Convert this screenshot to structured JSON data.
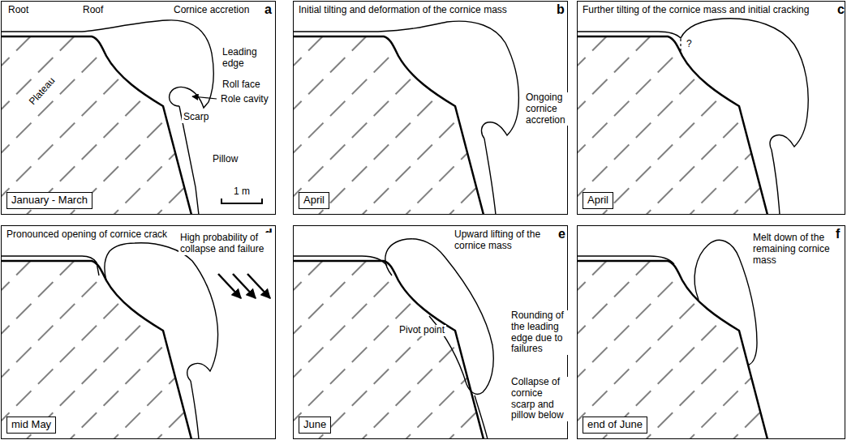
{
  "diagram": {
    "nodes": [
      {
        "text": [
          "Root",
          "Roof",
          "Cornice accretion",
          "a",
          "Leading edge",
          "Roll face",
          "Scarp",
          "Role cavity",
          "Plateau",
          "Pillow",
          "1 m"
        ]
      },
      {
        "text": [
          "January - March"
        ],
        "in": 0
      },
      {
        "text": [
          "Initial tilting and deformation of the cornice mass",
          "b",
          "Ongoing cornice accretion"
        ]
      },
      {
        "text": [
          "April"
        ],
        "in": 2
      },
      {
        "text": [
          "Further tilting of the cornice mass and initial cracking",
          "c",
          "?"
        ]
      },
      {
        "text": [
          "April"
        ],
        "in": 4
      },
      {
        "text": [
          "Pronounced opening of cornice crack",
          "d",
          "High probability of collapse and failure"
        ]
      },
      {
        "text": [
          "mid May"
        ],
        "in": 6
      },
      {
        "text": [
          "Upward lifting of the cornice mass",
          "e",
          "Pivot point",
          "Rounding of the leading edge due to failures",
          "Collapse of cornice scarp and pillow below"
        ]
      },
      {
        "text": [
          "June"
        ],
        "in": 8
      },
      {
        "text": [
          "Melt down of the remaining cornice mass",
          "f"
        ]
      },
      {
        "text": [
          "end of June"
        ],
        "in": 10
      }
    ]
  }
}
